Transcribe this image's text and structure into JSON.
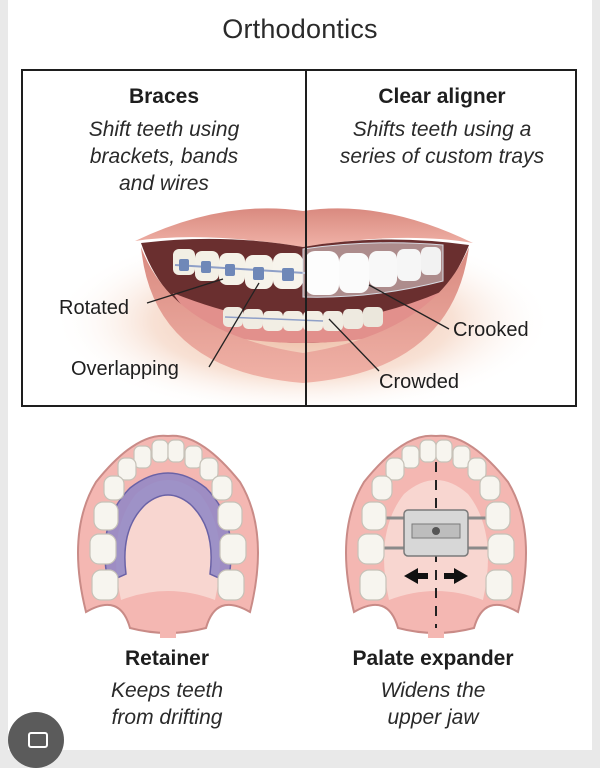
{
  "title": "Orthodontics",
  "braces": {
    "heading": "Braces",
    "desc_line1": "Shift teeth using",
    "desc_line2": "brackets, bands",
    "desc_line3": "and wires"
  },
  "aligner": {
    "heading": "Clear aligner",
    "desc_line1": "Shifts teeth using a",
    "desc_line2": "series of custom trays"
  },
  "labels": {
    "rotated": "Rotated",
    "overlapping": "Overlapping",
    "crooked": "Crooked",
    "crowded": "Crowded"
  },
  "retainer": {
    "heading": "Retainer",
    "desc_line1": "Keeps teeth",
    "desc_line2": "from drifting"
  },
  "expander": {
    "heading": "Palate expander",
    "desc_line1": "Widens the",
    "desc_line2": "upper jaw"
  },
  "colors": {
    "gum": "#f2a6a6",
    "lip": "#e79b92",
    "tooth": "#f5f3ec",
    "retainer": "#8e86c6",
    "bracket": "#6f88b8"
  }
}
